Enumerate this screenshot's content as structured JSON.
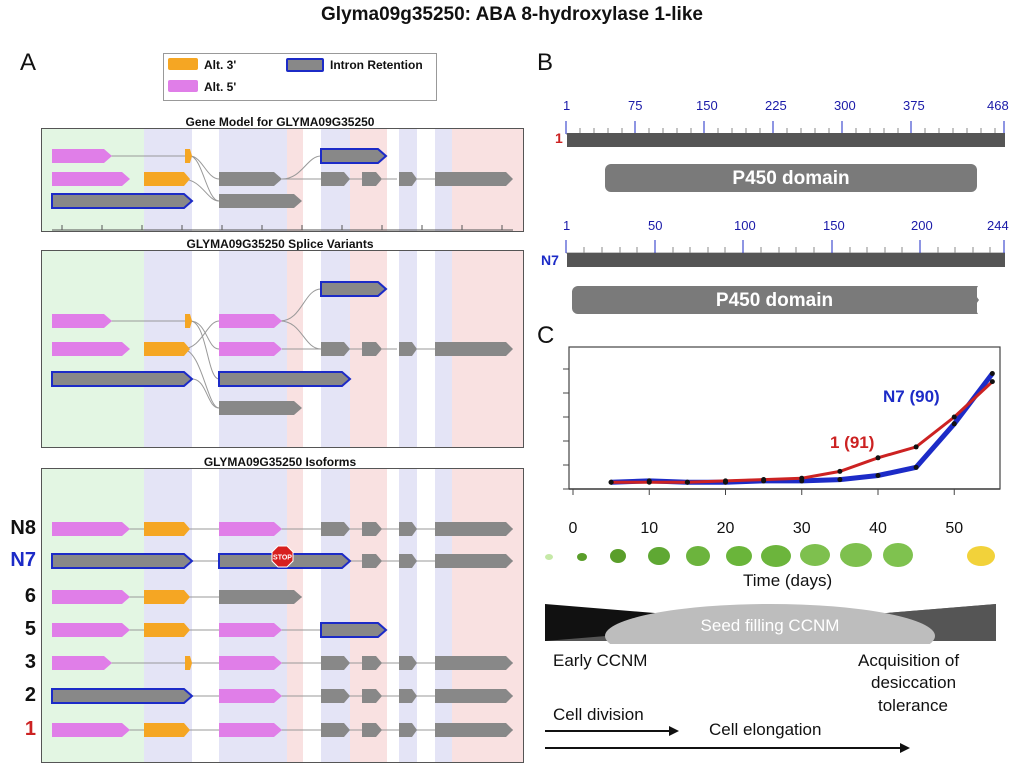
{
  "title": "Glyma09g35250: ABA 8-hydroxylase 1-like",
  "panels": {
    "a": "A",
    "b": "B",
    "c": "C"
  },
  "legend": {
    "alt3": "Alt. 3'",
    "alt5": "Alt. 5'",
    "intron": "Intron Retention"
  },
  "colors": {
    "alt5": "#e07ee8",
    "alt3": "#f5a623",
    "gray": "#888888",
    "intron_border": "#1c2bc7",
    "green_band": "#e3f6e3",
    "blue_band": "#e4e4f6",
    "pink_band": "#f9e1e1",
    "red_label": "#cc2222",
    "blue_label": "#1c2bc7"
  },
  "gene_model": {
    "title": "Gene Model for GLYMA09G35250"
  },
  "splice_variants": {
    "title": "GLYMA09G35250 Splice Variants"
  },
  "isoforms": {
    "title": "GLYMA09G35250 Isoforms",
    "labels": [
      "N8",
      "N7",
      "6",
      "5",
      "3",
      "2",
      "1"
    ],
    "stop_text": "STOP"
  },
  "panel_b": {
    "track1": {
      "label": "1",
      "ticks": [
        "1",
        "75",
        "150",
        "225",
        "300",
        "375",
        "468"
      ],
      "domain": "P450 domain"
    },
    "track2": {
      "label": "N7",
      "ticks": [
        "1",
        "50",
        "100",
        "150",
        "200",
        "244"
      ],
      "domain": "P450 domain"
    }
  },
  "panel_c": {
    "label_n7": "N7 (90)",
    "label_1": "1 (91)",
    "x_ticks": [
      "0",
      "10",
      "20",
      "30",
      "40",
      "50"
    ],
    "x_label": "Time (days)",
    "seed_filling": "Seed filling CCNM",
    "early": "Early CCNM",
    "acq_1": "Acquisition of",
    "acq_2": "desiccation",
    "acq_3": "tolerance",
    "cell_division": "Cell division",
    "cell_elongation": "Cell elongation"
  },
  "chart_data": {
    "type": "line",
    "title": "",
    "xlabel": "Time (days)",
    "ylabel": "",
    "xlim": [
      0,
      56
    ],
    "series": [
      {
        "name": "N7 (90)",
        "color": "#1c2bc7",
        "x": [
          5,
          10,
          15,
          20,
          25,
          30,
          35,
          40,
          45,
          50,
          55
        ],
        "y": [
          0.02,
          0.03,
          0.02,
          0.02,
          0.03,
          0.03,
          0.04,
          0.07,
          0.13,
          0.45,
          0.82
        ]
      },
      {
        "name": "1 (91)",
        "color": "#cc2222",
        "x": [
          5,
          10,
          15,
          20,
          25,
          30,
          35,
          40,
          45,
          50,
          55
        ],
        "y": [
          0.02,
          0.02,
          0.02,
          0.03,
          0.04,
          0.05,
          0.1,
          0.2,
          0.28,
          0.5,
          0.76
        ]
      }
    ]
  }
}
